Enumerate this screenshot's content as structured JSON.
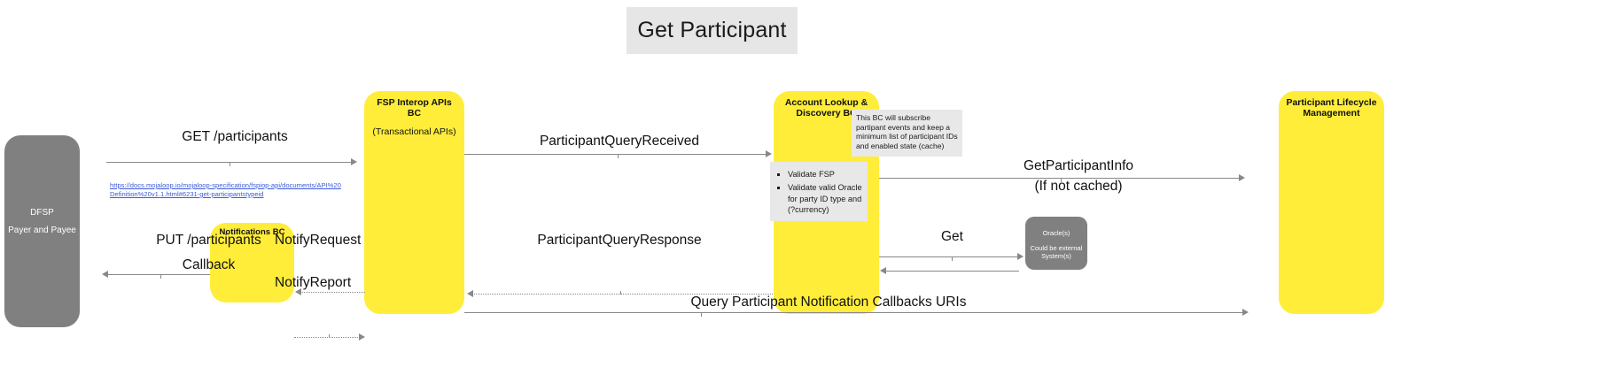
{
  "title": {
    "text": "Get Participant"
  },
  "lanes": {
    "dfsp": {
      "name": "DFSP",
      "subtitle": "Payer and Payee",
      "color": "#808080"
    },
    "fsp_interop": {
      "name": "FSP Interop APIs BC",
      "subtitle": "(Transactional APIs)",
      "color": "#ffed3a"
    },
    "notifications": {
      "name": "Notifications BC",
      "color": "#ffed3a"
    },
    "account_lookup": {
      "name": "Account Lookup & Discovery BC",
      "color": "#ffed3a"
    },
    "oracle": {
      "name": "Oracle(s)",
      "subtitle": "Could be external System(s)",
      "color": "#808080"
    },
    "participant_lifecycle": {
      "name": "Participant Lifecycle Management",
      "color": "#ffed3a"
    }
  },
  "notes": {
    "cache": "This BC will subscribe partipant events and keep a minimum list of participant IDs and enabled state (cache)",
    "validate": {
      "items": [
        "Validate FSP",
        "Validate valid Oracle for party ID type and (?currency)"
      ]
    }
  },
  "messages": {
    "get_participants": "GET /participants",
    "get_participants_url": "https://docs.mojaloop.io/mojaloop-specification/fspiop-api/documents/API%20Definition%20v1.1.html#6231-get-participantstypeid",
    "participant_query_received": "ParticipantQueryReceived",
    "get_participant_info": "GetParticipantInfo",
    "get_participant_info_sub": "(If not cached)",
    "put_participants": "PUT /participants",
    "put_participants_sub": "Callback",
    "notify_request": "NotifyRequest",
    "notify_report": "NotifyReport",
    "participant_query_response": "ParticipantQueryResponse",
    "get": "Get",
    "query_participant_notification": "Query Participant Notification Callbacks URIs"
  }
}
